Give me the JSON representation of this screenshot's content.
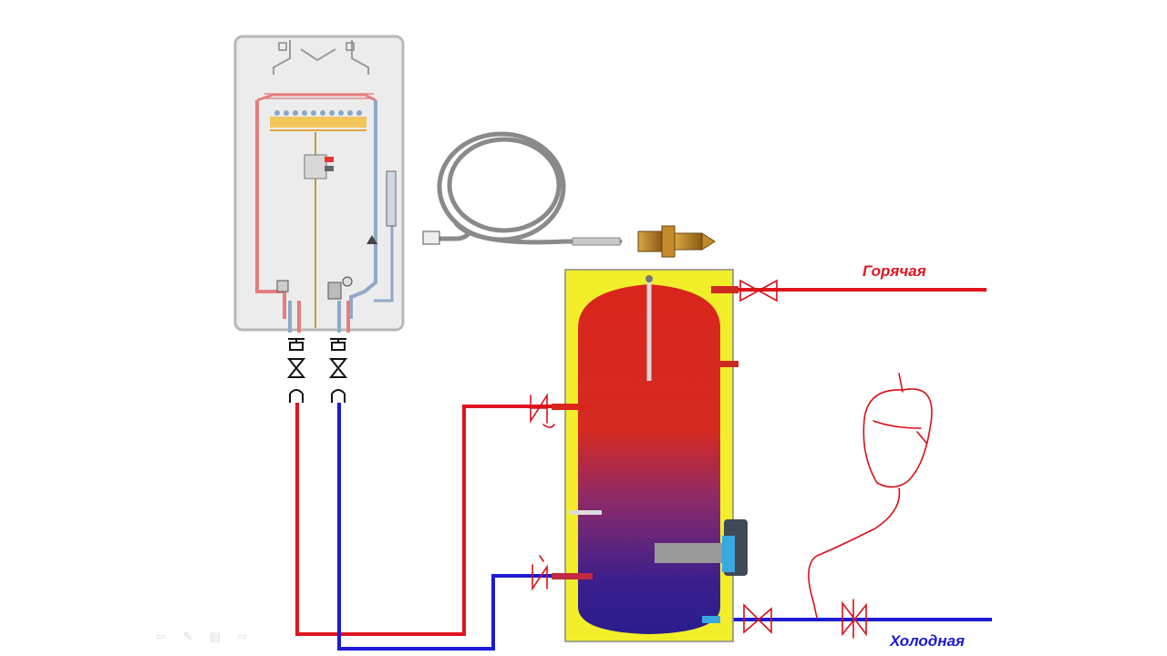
{
  "diagram": {
    "title": "Gas boiler connection to indirect water heater",
    "labels": {
      "hot": "Горячая",
      "cold": "Холодная"
    },
    "components": [
      {
        "id": "boiler",
        "name": "Wall-mounted gas boiler"
      },
      {
        "id": "sensor-cable",
        "name": "Temperature sensor cable"
      },
      {
        "id": "sensor-fitting",
        "name": "Brass sensor fitting"
      },
      {
        "id": "tank",
        "name": "Indirect water heater tank with coil"
      },
      {
        "id": "expansion-vessel",
        "name": "Hand-drawn expansion vessel"
      }
    ],
    "colors": {
      "hot": "#e0151f",
      "cold": "#1b1bd6",
      "tank_casing": "#f2ee2a",
      "tank_inner_top": "#d9261c",
      "tank_inner_bottom": "#2a1d8c",
      "boiler_bg": "#ececec",
      "annotation": "#d8101a"
    }
  },
  "toolbar": {
    "icons": [
      {
        "name": "back-arrow-icon",
        "glyph": "⇦"
      },
      {
        "name": "pen-icon",
        "glyph": "✎"
      },
      {
        "name": "slides-icon",
        "glyph": "▤"
      },
      {
        "name": "forward-arrow-icon",
        "glyph": "⇨"
      }
    ]
  }
}
